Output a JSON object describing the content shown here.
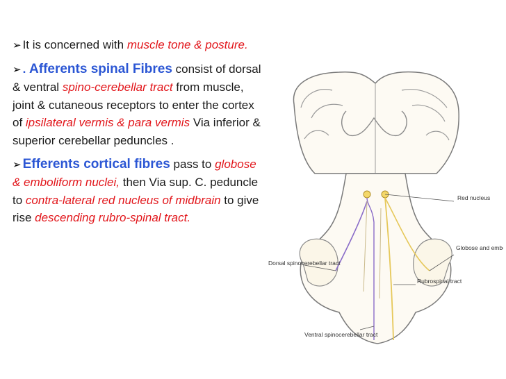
{
  "slide": {
    "p1": {
      "a": "It is concerned with ",
      "b": "muscle tone & posture."
    },
    "p2": {
      "lead": ". ",
      "head": "Afferents spinal Fibres",
      "t1": " consist of dorsal & ventral ",
      "r1": "spino-cerebellar tract",
      "t2": " from muscle, joint & cutaneous receptors to enter the cortex of ",
      "r2": "ipsilateral vermis & para vermis",
      "t3": " Via inferior & superior cerebellar peduncles ."
    },
    "p3": {
      "head": "Efferents cortical fibres",
      "t1": " pass to  ",
      "r1": "globose & emboliform nuclei,",
      "t2": " then  Via  sup. C. peduncle to ",
      "r2": "contra-lateral red nucleus of midbrain",
      "t3": " to give rise ",
      "r3": "descending rubro-spinal tract."
    }
  },
  "figure": {
    "labels": {
      "red_nucleus": "Red nucleus",
      "globose": "Globose and emboliform nuclei",
      "dorsal": "Dorsal spinocerebellar tract",
      "rubrospinal": "Rubrospinal tract",
      "ventral": "Ventral spinocerebellar tract"
    }
  },
  "colors": {
    "accent_red": "#e2161b",
    "heading_blue": "#2b56d4",
    "tract_purple": "#8a6cc8",
    "tract_yellow": "#e6c85a"
  }
}
